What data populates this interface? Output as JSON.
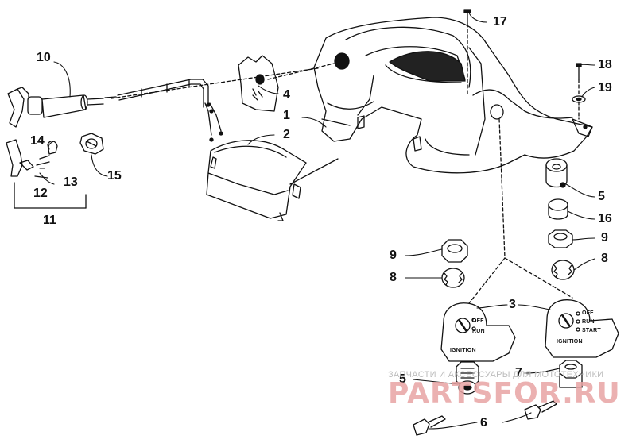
{
  "callouts": {
    "c1": "1",
    "c2": "2",
    "c3": "3",
    "c4": "4",
    "c5a": "5",
    "c5b": "5",
    "c6": "6",
    "c7": "7",
    "c8a": "8",
    "c8b": "8",
    "c9a": "9",
    "c9b": "9",
    "c10": "10",
    "c11": "11",
    "c12": "12",
    "c13": "13",
    "c14": "14",
    "c15": "15",
    "c16": "16",
    "c17": "17",
    "c18": "18",
    "c19": "19"
  },
  "knob_left": {
    "off": "OFF",
    "run": "RUN",
    "name": "IGNITION"
  },
  "knob_right": {
    "off": "OFF",
    "run": "RUN",
    "start": "START",
    "name": "IGNITION"
  },
  "watermark": {
    "top": "ЗАПЧАСТИ И АКСЕССУАРЫ ДЛЯ МОТОТЕХНИКИ",
    "main": "PARTSFOR.RU"
  },
  "colors": {
    "ink": "#111111",
    "watermark_red": "#e8a4a4",
    "watermark_grey": "#bdbdbd"
  }
}
